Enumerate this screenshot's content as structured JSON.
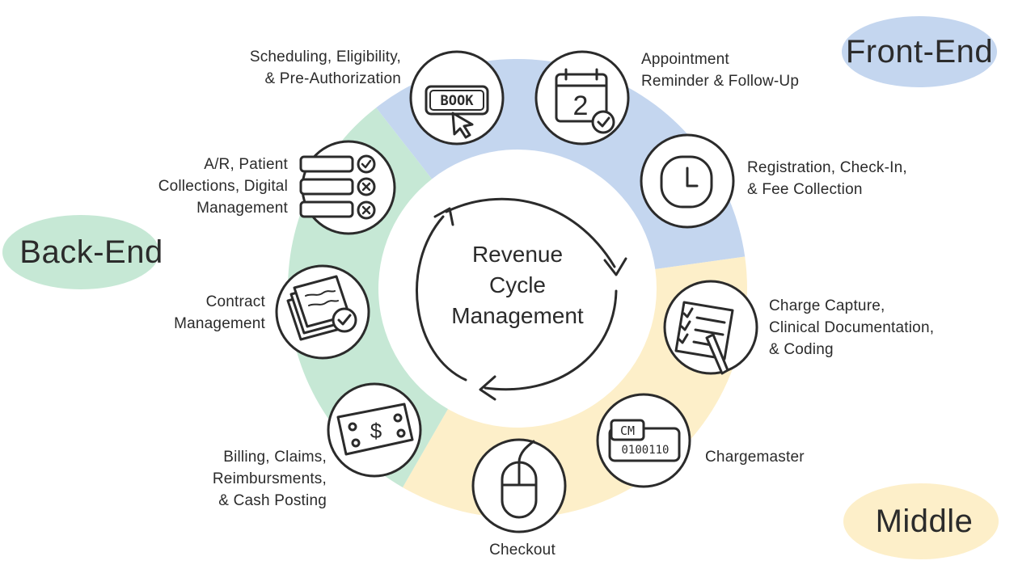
{
  "colors": {
    "front_end": "#c4d6ef",
    "back_end": "#c6e8d5",
    "middle": "#fdefc9",
    "ink": "#2b2b2b"
  },
  "center": {
    "line1": "Revenue",
    "line2": "Cycle",
    "line3": "Management"
  },
  "phases": {
    "front_end": "Front-End",
    "back_end": "Back-End",
    "middle": "Middle"
  },
  "steps": [
    {
      "label": "Scheduling, Eligibility,\n& Pre-Authorization",
      "icon": "book-button-icon",
      "phase": "front_end"
    },
    {
      "label": "Appointment\nReminder & Follow-Up",
      "icon": "calendar-check-icon",
      "phase": "front_end"
    },
    {
      "label": "Registration, Check-In,\n& Fee Collection",
      "icon": "clock-icon",
      "phase": "front_end"
    },
    {
      "label": "Charge Capture,\nClinical Documentation,\n& Coding",
      "icon": "checklist-pen-icon",
      "phase": "middle"
    },
    {
      "label": "Chargemaster",
      "icon": "chargemaster-card-icon",
      "phase": "middle"
    },
    {
      "label": "Checkout",
      "icon": "mouse-icon",
      "phase": "middle"
    },
    {
      "label": "Billing, Claims,\nReimbursments,\n& Cash Posting",
      "icon": "dollar-bill-icon",
      "phase": "back_end"
    },
    {
      "label": "Contract\nManagement",
      "icon": "contract-stack-icon",
      "phase": "back_end"
    },
    {
      "label": "A/R, Patient\nCollections, Digital\nManagement",
      "icon": "ar-list-icon",
      "phase": "back_end"
    }
  ],
  "icon_text": {
    "book": "BOOK",
    "calendar_day": "2",
    "cm": "CM",
    "binary": "0100110",
    "dollar": "$"
  }
}
